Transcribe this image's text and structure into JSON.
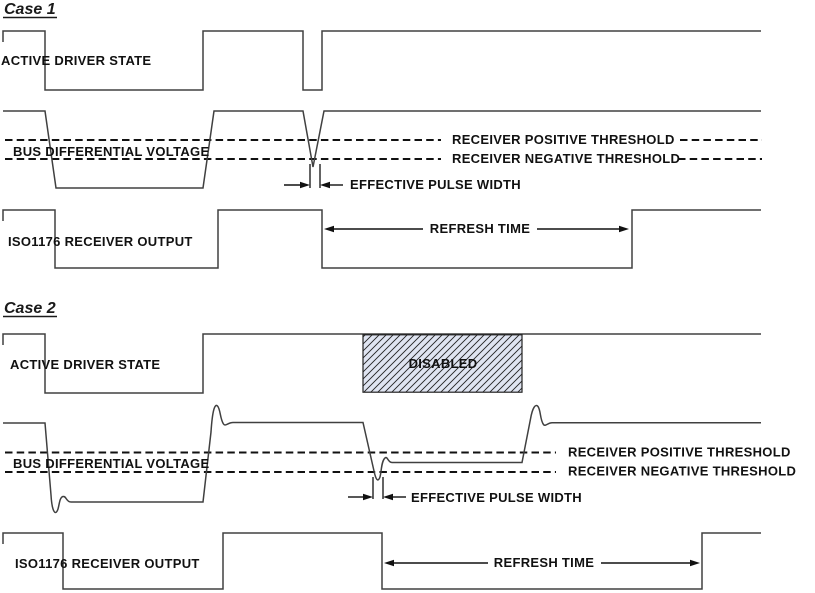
{
  "figure": {
    "type": "timing-diagram",
    "background": "#ffffff",
    "colors": {
      "waveform_line": "#404040",
      "ink": "#111111",
      "disabled_fill": "#dfe4f1"
    }
  },
  "case1": {
    "title": "Case 1",
    "driver_label": "ACTIVE DRIVER STATE",
    "bus_label": "BUS DIFFERENTIAL VOLTAGE",
    "positive_threshold_label": "RECEIVER POSITIVE THRESHOLD",
    "negative_threshold_label": "RECEIVER NEGATIVE THRESHOLD",
    "pulse_width_label": "EFFECTIVE PULSE WIDTH",
    "receiver_label": "ISO1176 RECEIVER OUTPUT",
    "refresh_label": "REFRESH TIME"
  },
  "case2": {
    "title": "Case 2",
    "driver_label": "ACTIVE DRIVER STATE",
    "disabled_label": "DISABLED",
    "bus_label": "BUS DIFFERENTIAL VOLTAGE",
    "positive_threshold_label": "RECEIVER POSITIVE THRESHOLD",
    "negative_threshold_label": "RECEIVER NEGATIVE THRESHOLD",
    "pulse_width_label": "EFFECTIVE PULSE WIDTH",
    "receiver_label": "ISO1176 RECEIVER OUTPUT",
    "refresh_label": "REFRESH TIME"
  }
}
